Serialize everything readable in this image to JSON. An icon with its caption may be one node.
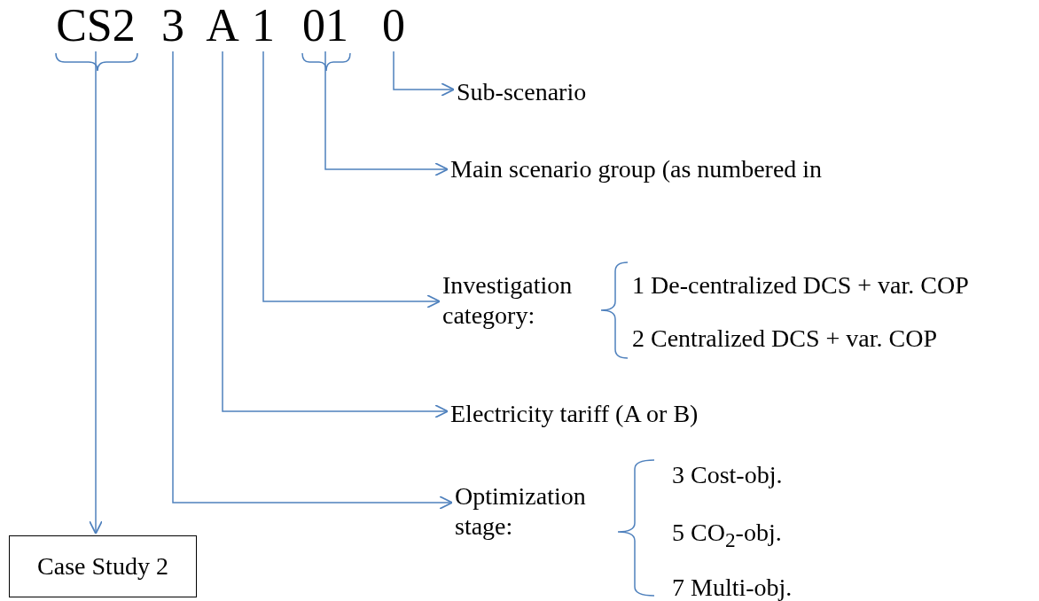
{
  "diagram": {
    "nodes": [
      {
        "text": [
          "CS2"
        ]
      },
      {
        "text": [
          "3"
        ]
      },
      {
        "text": [
          "A"
        ]
      },
      {
        "text": [
          "1"
        ]
      },
      {
        "text": [
          "01"
        ]
      },
      {
        "text": [
          "0"
        ]
      },
      {
        "text": [
          "Sub-scenario"
        ]
      },
      {
        "text": [
          "Main scenario group (as numbered in"
        ]
      },
      {
        "text": [
          "Investigation category:"
        ]
      },
      {
        "text": [
          "Electricity tariff (A or B)"
        ]
      },
      {
        "text": [
          "Optimization stage:"
        ]
      },
      {
        "text": [
          "Case Study 2"
        ]
      }
    ],
    "edges": [
      {
        "from": 5,
        "to": 6,
        "arrow": "to"
      },
      {
        "from": 4,
        "to": 7,
        "arrow": "to"
      },
      {
        "from": 3,
        "to": 8,
        "arrow": "to"
      },
      {
        "from": 2,
        "to": 9,
        "arrow": "to"
      },
      {
        "from": 1,
        "to": 10,
        "arrow": "to"
      },
      {
        "from": 0,
        "to": 11,
        "arrow": "to"
      }
    ],
    "labels": [
      "1 De-centralized DCS + var. COP",
      "2 Centralized DCS + var. COP",
      "3 Cost-obj.",
      "5 CO$_{2}$-obj.",
      "7 Multi-obj."
    ]
  }
}
